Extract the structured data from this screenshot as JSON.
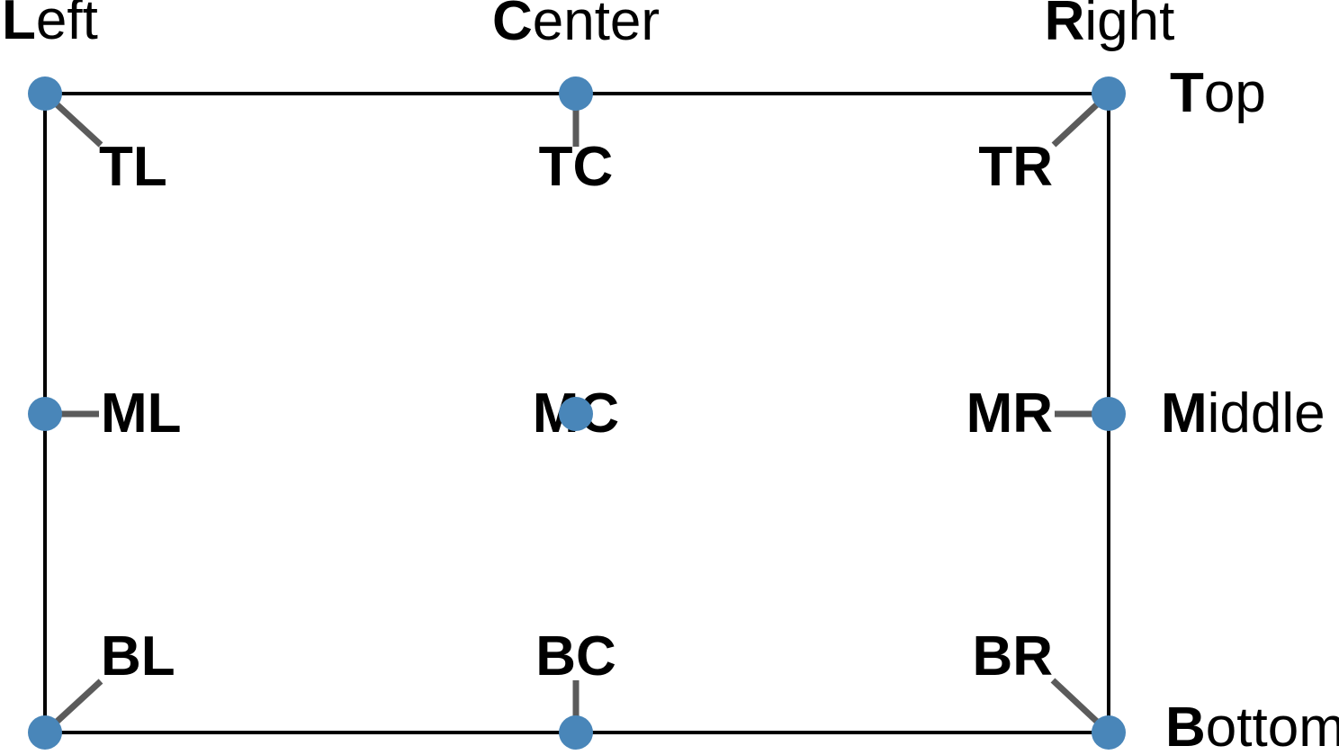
{
  "figure": {
    "background": "#ffffff",
    "frame_color": "#000000",
    "connector_color": "#5b5b5b",
    "dot_color": "#4986b9",
    "text_color": "#000000"
  },
  "outer_labels": {
    "left": {
      "bold": "L",
      "rest": "eft"
    },
    "center": {
      "bold": "C",
      "rest": "enter"
    },
    "right": {
      "bold": "R",
      "rest": "ight"
    },
    "top": {
      "bold": "T",
      "rest": "op"
    },
    "middle": {
      "bold": "M",
      "rest": "iddle"
    },
    "bottom": {
      "bold": "B",
      "rest": "ottom"
    }
  },
  "anchor_labels": {
    "tl": "TL",
    "tc": "TC",
    "tr": "TR",
    "ml": "ML",
    "mc": "MC",
    "mr": "MR",
    "bl": "BL",
    "bc": "BC",
    "br": "BR"
  }
}
